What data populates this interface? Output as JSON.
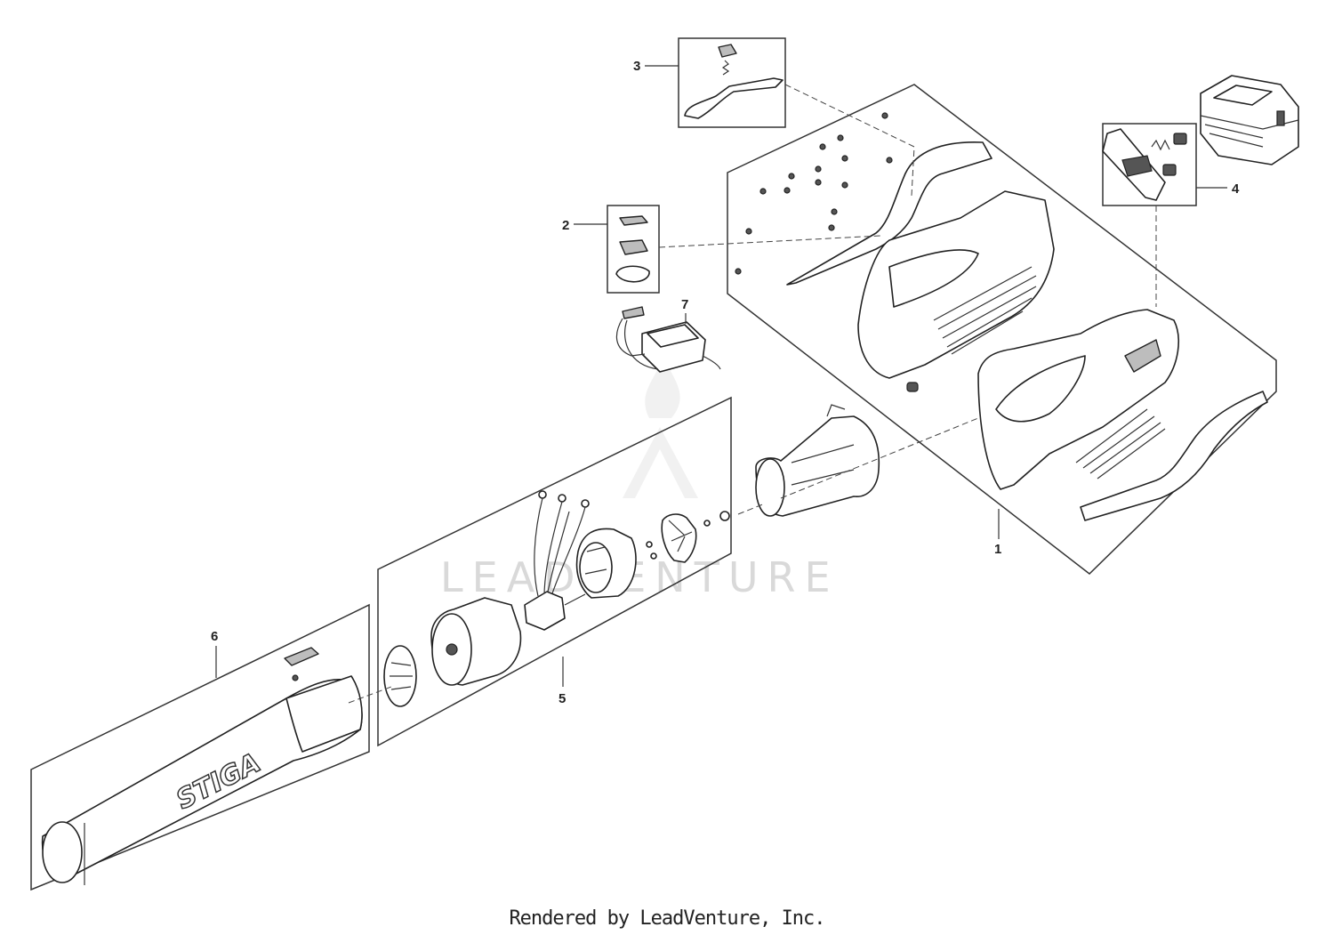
{
  "diagram": {
    "callouts": [
      "1",
      "2",
      "3",
      "4",
      "5",
      "6",
      "7"
    ],
    "nozzle_brand": "STIGA",
    "watermark": "LEADVENTURE",
    "footer": "Rendered by LeadVenture, Inc."
  },
  "colors": {
    "line": "#222222",
    "shade": "#bdbdbd",
    "watermark": "#d9d9d9"
  }
}
